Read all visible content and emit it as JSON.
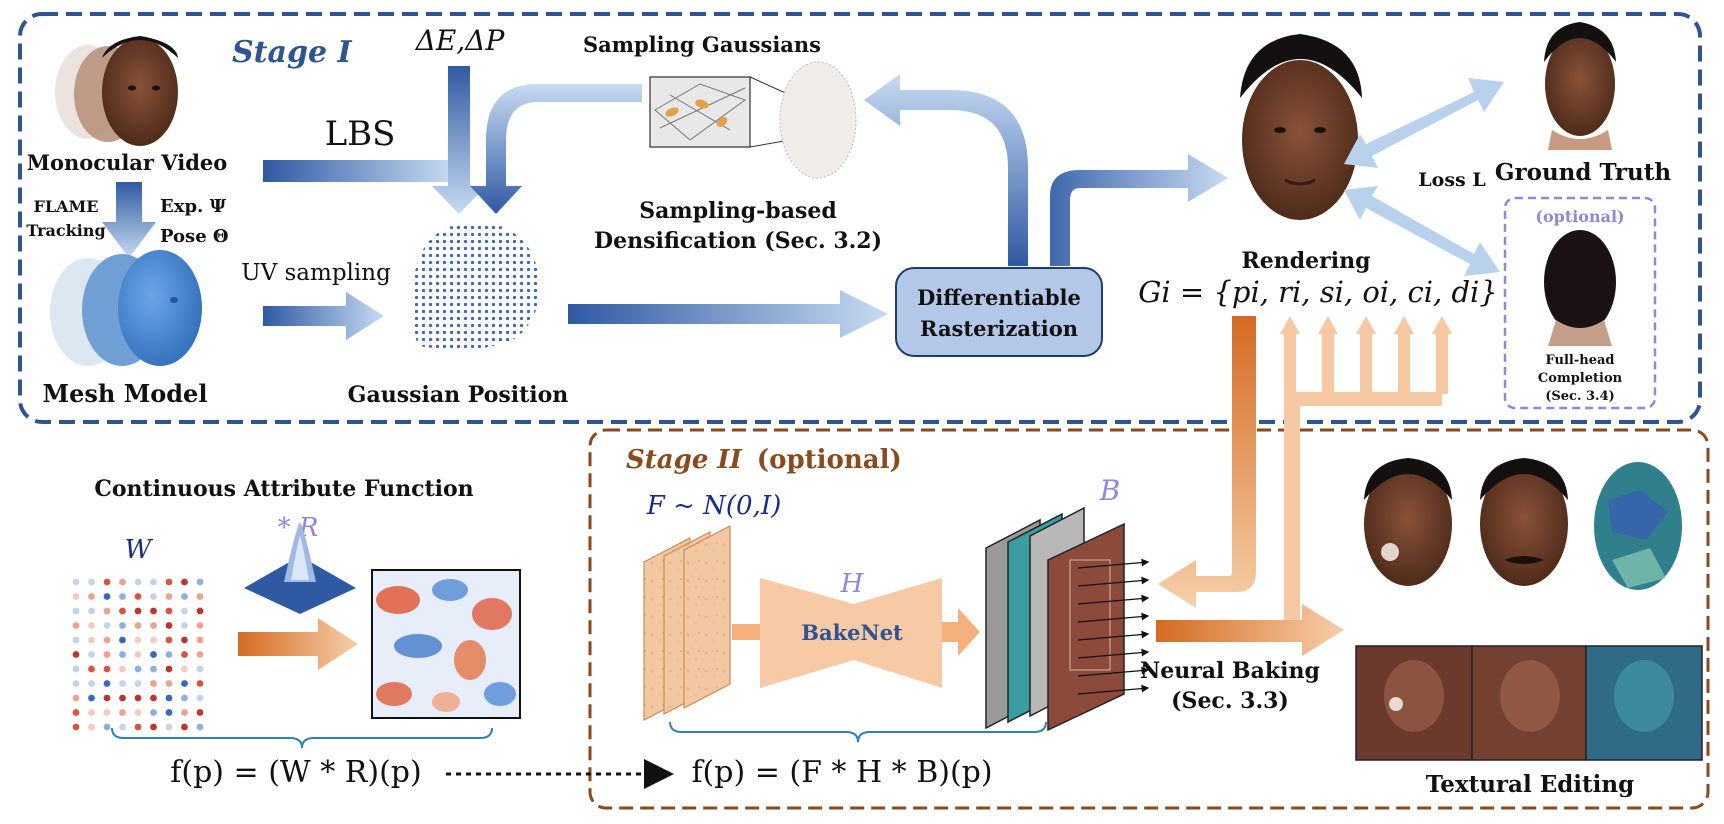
{
  "stage1": {
    "title": "Stage I",
    "delta": "ΔE,ΔP",
    "lbs": "LBS",
    "monocular_video": "Monocular Video",
    "flame_tracking": "FLAME\nTracking",
    "exp": "Exp. Ψ",
    "pose": "Pose Θ",
    "uv_sampling": "UV sampling",
    "mesh_model": "Mesh Model",
    "gaussian_position": "Gaussian Position",
    "sampling_gaussians": "Sampling Gaussians",
    "sampling_densification": "Sampling-based\nDensification (Sec. 3.2)",
    "diff_raster": "Differentiable\nRasterization",
    "rendering": "Rendering",
    "gaussian_set": "Gi = {pi, ri, si, oi, ci, di}",
    "loss": "Loss L",
    "ground_truth": "Ground Truth",
    "optional": "(optional)",
    "full_head": "Full-head\nCompletion\n(Sec. 3.4)"
  },
  "stage2": {
    "title": "Stage II",
    "title_suffix": "(optional)",
    "continuous_attr": "Continuous Attribute Function",
    "w": "W",
    "conv_r": "* R",
    "f_sample": "F ~ N(0,I)",
    "h": "H",
    "bakenet": "BakeNet",
    "b": "B",
    "neural_baking": "Neural Baking\n(Sec. 3.3)",
    "textural_editing": "Textural Editing",
    "eq_left": "f(p) = (W * R)(p)",
    "eq_right": "f(p) = (F * H * B)(p)"
  },
  "colors": {
    "stage1_border": "#2e5590",
    "stage2_border": "#8a4a1e",
    "blue_arrow": "#3f67ad",
    "light_blue_arrow": "#b8d2ee",
    "orange_arrow": "#d56f2a",
    "light_orange": "#f6c9a3",
    "raster_fill": "#b3c7e8",
    "optional_purple": "#8f87d8"
  },
  "icons": [
    "face-photo-icon",
    "mesh-head-icon",
    "point-cloud-head-icon",
    "gaussian-kernel-icon",
    "uv-texture-icon"
  ]
}
